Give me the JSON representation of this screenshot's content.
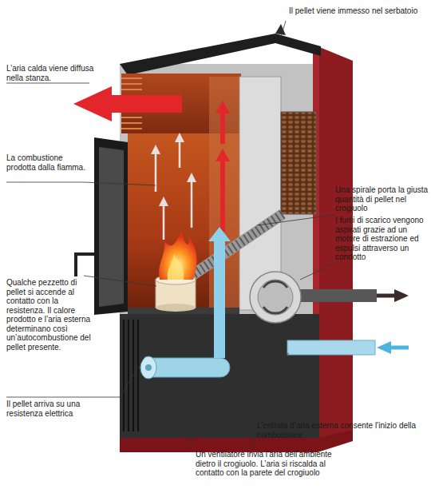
{
  "diagram": {
    "labels": [
      "Il pellet viene immesso nel serbatoio",
      "L’aria calda viene diffusa nella stanza.",
      "La combustione prodotta dalla fiamma.",
      "Una spirale porta la giusta quantità di pellet nel crogiuolo",
      "I fumi di scarico vengono aspirati grazie ad un motore di estrazione ed espulsi attraverso un condotto",
      "Qualche pezzetto di pellet si accende al contatto con la resistenza. Il calore prodotto e l’aria esterna determinano così un’autocombustione del pellet presente.",
      "Il pellet arriva su una resistenza elettrica",
      "L’entrata d’aria esterna consente l’inizio della combustione",
      "Un ventilatore invia l’aria dell’ambiente dietro il crogiuolo. L’aria si riscalda al contatto con la parete del crogiuolo"
    ]
  }
}
